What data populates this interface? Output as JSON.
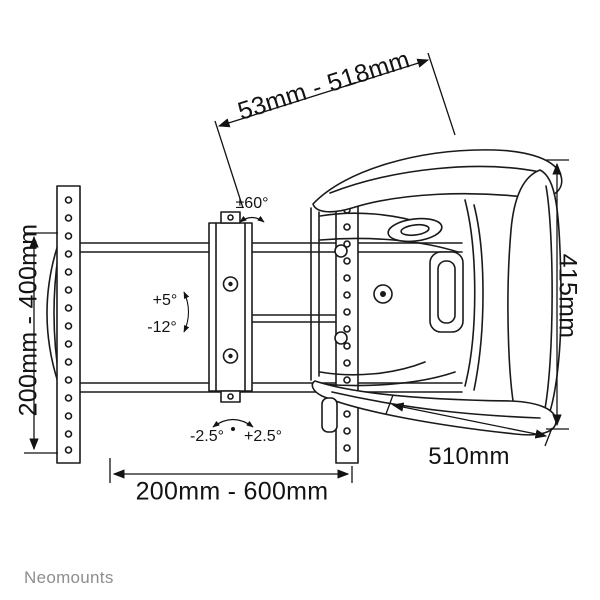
{
  "colors": {
    "line": "#1a1a1a",
    "dimension_text": "#131313",
    "brand_text": "#8e8e8e",
    "background": "#ffffff"
  },
  "brand": {
    "name": "Neomounts"
  },
  "dimension_labels": {
    "top_diagonal": "53mm - 518mm",
    "left_vertical": "200mm - 400mm",
    "right_vertical": "415mm",
    "bottom_horizontal": "200mm - 600mm",
    "bottom_diagonal": "510mm"
  },
  "angle_labels": {
    "swivel": "±60°",
    "tilt_up": "+5°",
    "tilt_down": "-12°",
    "rotation_minus": "-2.5°",
    "rotation_plus": "+2.5°"
  }
}
